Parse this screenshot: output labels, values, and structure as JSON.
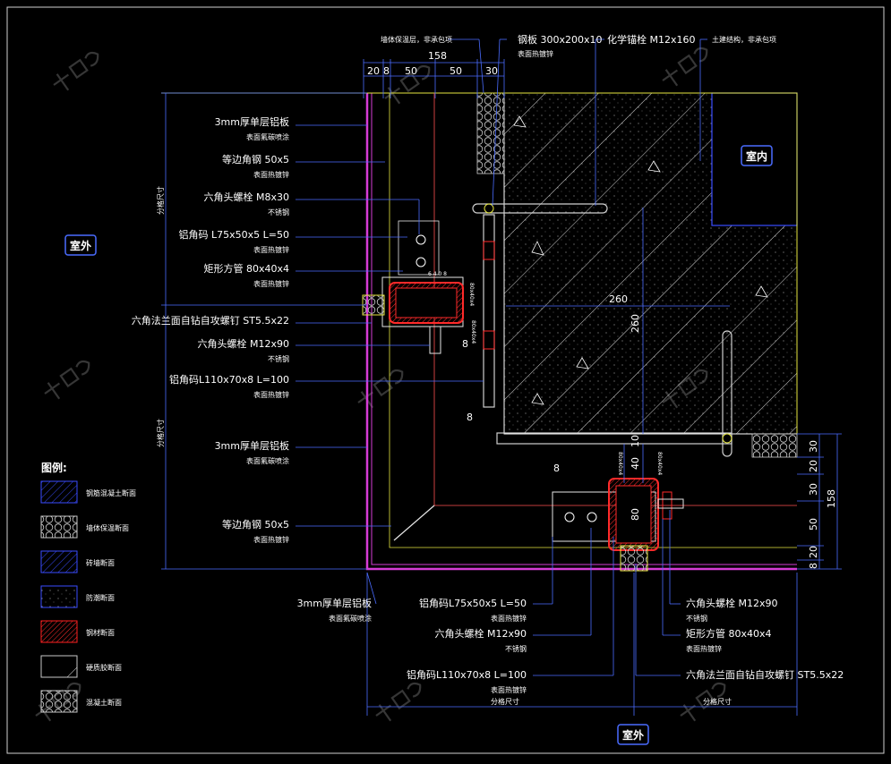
{
  "drawing": {
    "tags": {
      "outdoor_left": "室外",
      "indoor": "室内",
      "outdoor_bottom": "室外"
    },
    "top_notes": {
      "insulation": "墙体保温层，非承包项",
      "plate_spec": "钢板 300x200x10",
      "plate_finish": "表面热镀锌",
      "anchor_spec": "化学锚栓 M12x160",
      "structure": "土建结构，非承包项"
    },
    "top_dims": [
      "158",
      "20",
      "8",
      "50",
      "50",
      "30"
    ],
    "left_notes": [
      {
        "spec": "3mm厚单层铝板",
        "finish": "表面氟碳喷涂"
      },
      {
        "spec": "等边角钢 50x5",
        "finish": "表面热镀锌"
      },
      {
        "spec": "六角头螺栓 M8x30",
        "finish": "不锈钢"
      },
      {
        "spec": "铝角码 L75x50x5 L=50",
        "finish": "表面热镀锌"
      },
      {
        "spec": "矩形方管 80x40x4",
        "finish": "表面热镀锌"
      },
      {
        "spec": "六角法兰面自钻自攻螺钉 ST5.5x22",
        "finish": ""
      },
      {
        "spec": "六角头螺栓 M12x90",
        "finish": "不锈钢"
      },
      {
        "spec": "铝角码L110x70x8 L=100",
        "finish": "表面热镀锌"
      },
      {
        "spec": "3mm厚单层铝板",
        "finish": "表面氟碳喷涂"
      },
      {
        "spec": "等边角钢 50x5",
        "finish": "表面热镀锌"
      }
    ],
    "bottom_notes": [
      {
        "spec": "3mm厚单层铝板",
        "finish": "表面氟碳喷涂"
      },
      {
        "spec": "铝角码L75x50x5 L=50",
        "finish": "表面热镀锌"
      },
      {
        "spec": "六角头螺栓 M12x90",
        "finish": "不锈钢"
      },
      {
        "spec": "铝角码L110x70x8 L=100",
        "finish": "表面热镀锌"
      },
      {
        "spec": "六角头螺栓 M12x90",
        "finish": "不锈钢"
      },
      {
        "spec": "矩形方管 80x40x4",
        "finish": "表面热镀锌"
      },
      {
        "spec": "六角法兰面自钻自攻螺钉 ST5.5x22",
        "finish": ""
      }
    ],
    "center_dims": {
      "horizontal": "260",
      "vertical": "260"
    },
    "small_dims": [
      "8",
      "8",
      "8",
      "10",
      "40",
      "80"
    ],
    "right_dims": [
      "30",
      "20",
      "30",
      "50",
      "20",
      "8",
      "158"
    ],
    "grid_size_label": "分格尺寸",
    "legend": {
      "title": "图例:",
      "items": [
        {
          "label": "钢筋混凝土断面",
          "color": "#3a4cff"
        },
        {
          "label": "墙体保温断面",
          "color": "#c9c9c9"
        },
        {
          "label": "砖墙断面",
          "color": "#3a4cff"
        },
        {
          "label": "防潮断面",
          "color": "#3a4cff"
        },
        {
          "label": "钢材断面",
          "color": "#ff2020"
        },
        {
          "label": "硬质胶断面",
          "color": "#c9c9c9"
        },
        {
          "label": "混凝土断面",
          "color": "#c9c9c9"
        }
      ]
    },
    "colors": {
      "panel": "#d63cd6",
      "steel": "#ff2a2a",
      "dimension": "#4a6cff",
      "structure_outline": "#ffffff",
      "yellow": "#e6e640",
      "hatch": "#cfcfcf"
    }
  }
}
